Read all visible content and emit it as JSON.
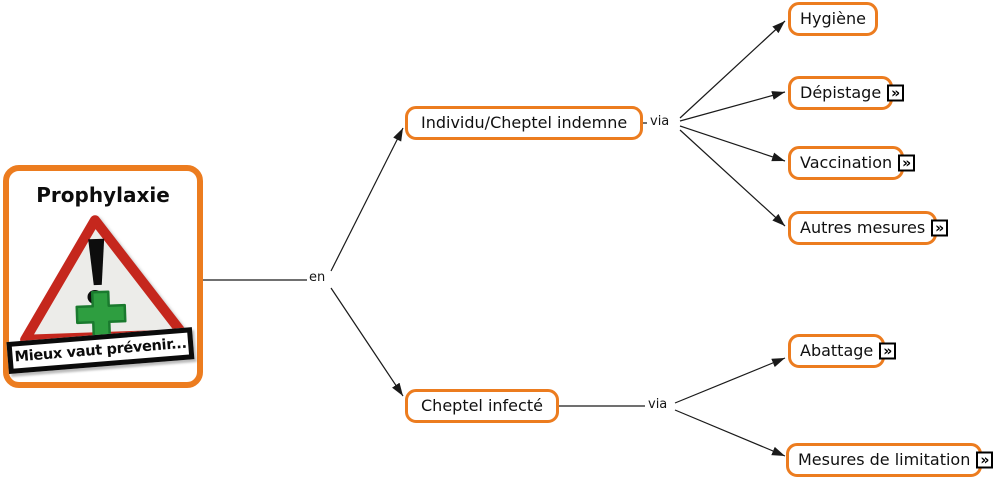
{
  "map": {
    "type": "concept-map",
    "root": {
      "title": "Prophylaxie",
      "caption": "Mieux vaut prévenir...",
      "image": "warning-triangle-with-exclamation-and-green-cross"
    },
    "links": {
      "en": "en",
      "via_indemne": "via",
      "via_infecte": "via"
    },
    "nodes": {
      "indemne": {
        "label": "Individu/Cheptel indemne",
        "has_resource_link": false
      },
      "hygiene": {
        "label": "Hygiène",
        "has_resource_link": false
      },
      "depistage": {
        "label": "Dépistage",
        "has_resource_link": true
      },
      "vaccination": {
        "label": "Vaccination",
        "has_resource_link": true
      },
      "autres_mesures": {
        "label": "Autres mesures",
        "has_resource_link": true
      },
      "infecte": {
        "label": "Cheptel infecté",
        "has_resource_link": false
      },
      "abattage": {
        "label": "Abattage",
        "has_resource_link": true
      },
      "mesures_limitation": {
        "label": "Mesures de limitation",
        "has_resource_link": true
      }
    },
    "icons": {
      "resource_link": "»"
    },
    "colors": {
      "node_border": "#EC7C1F",
      "edge": "#1a1a1a",
      "triangle_red": "#C5271D",
      "triangle_fill": "#ECECE9",
      "cross_green": "#2E9E40",
      "sign_border": "#0b0b0b",
      "background": "#ffffff"
    }
  }
}
